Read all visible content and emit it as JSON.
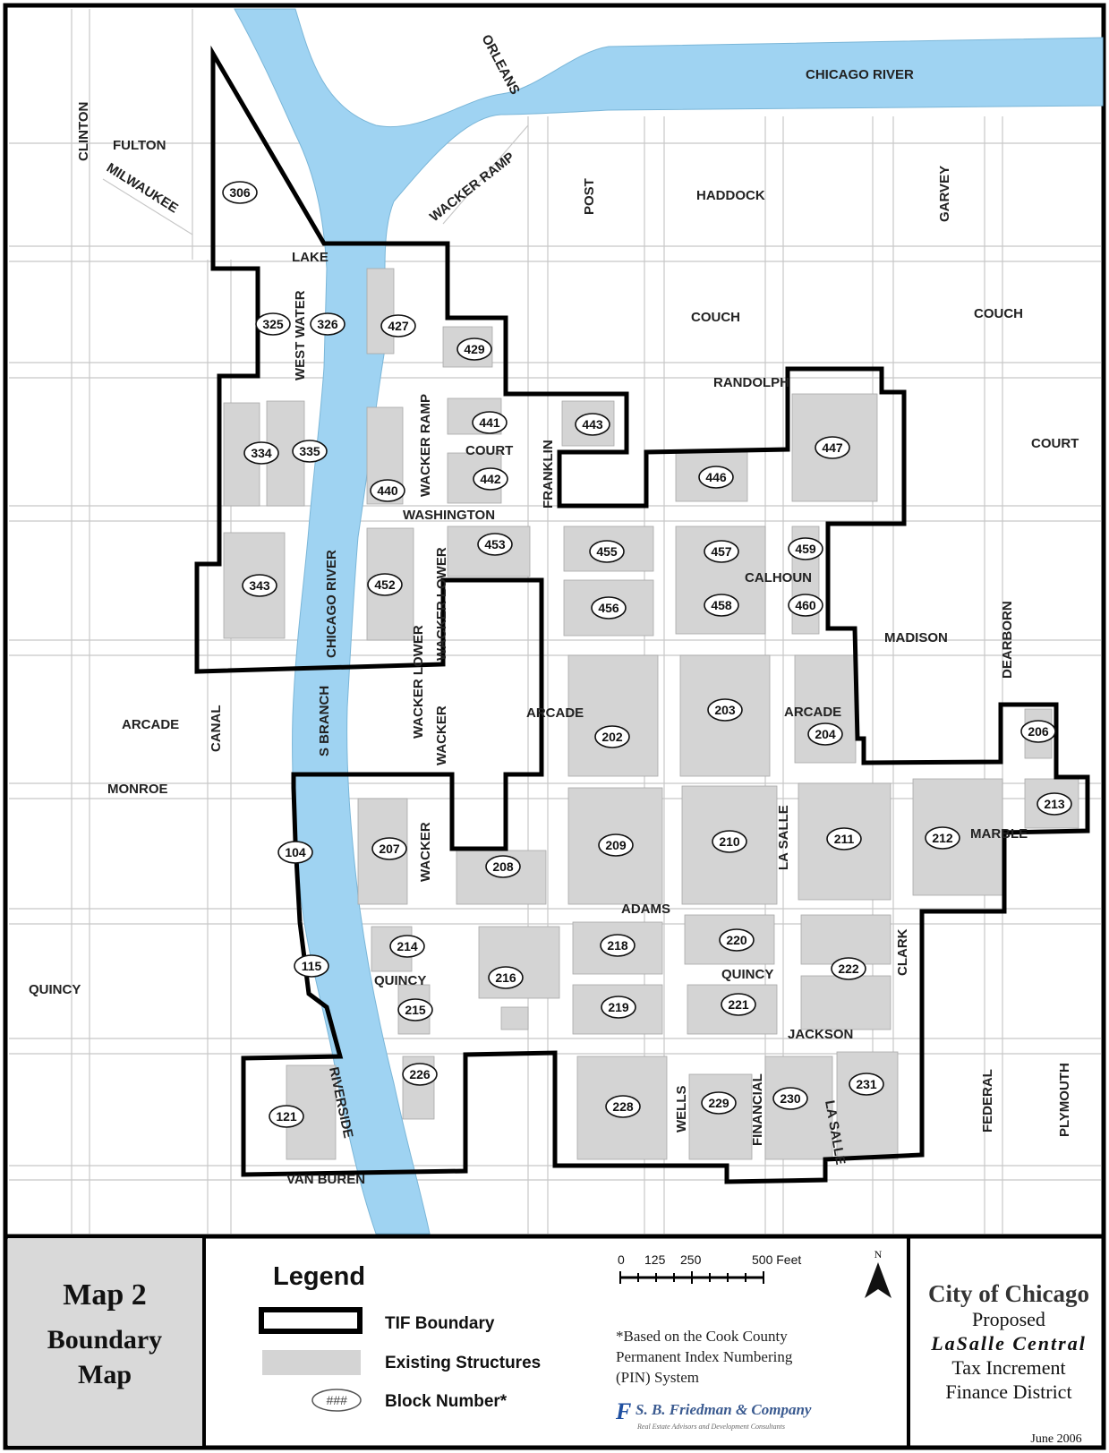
{
  "map": {
    "colors": {
      "background": "#ffffff",
      "river": "#9fd3f2",
      "structure": "#d4d4d4",
      "boundary": "#000000",
      "street_line": "#c8c8c8"
    },
    "streets": [
      {
        "id": "clinton",
        "label": "CLINTON"
      },
      {
        "id": "fulton",
        "label": "FULTON"
      },
      {
        "id": "milwaukee",
        "label": "MILWAUKEE"
      },
      {
        "id": "lake",
        "label": "LAKE"
      },
      {
        "id": "orleans",
        "label": "ORLEANS"
      },
      {
        "id": "wacker-ramp-north",
        "label": "WACKER RAMP"
      },
      {
        "id": "post",
        "label": "POST"
      },
      {
        "id": "haddock",
        "label": "HADDOCK"
      },
      {
        "id": "garvey",
        "label": "GARVEY"
      },
      {
        "id": "chicago-river",
        "label": "CHICAGO RIVER"
      },
      {
        "id": "west-water",
        "label": "WEST WATER"
      },
      {
        "id": "couch-1",
        "label": "COUCH"
      },
      {
        "id": "couch-2",
        "label": "COUCH"
      },
      {
        "id": "randolph",
        "label": "RANDOLPH"
      },
      {
        "id": "wacker-ramp",
        "label": "WACKER RAMP"
      },
      {
        "id": "court-1",
        "label": "COURT"
      },
      {
        "id": "franklin",
        "label": "FRANKLIN"
      },
      {
        "id": "court-2",
        "label": "COURT"
      },
      {
        "id": "washington",
        "label": "WASHINGTON"
      },
      {
        "id": "s-branch-1",
        "label": "CHICAGO RIVER"
      },
      {
        "id": "wacker-lower-1",
        "label": "WACKER LOWER"
      },
      {
        "id": "calhoun",
        "label": "CALHOUN"
      },
      {
        "id": "madison",
        "label": "MADISON"
      },
      {
        "id": "dearborn",
        "label": "DEARBORN"
      },
      {
        "id": "arcade-west",
        "label": "ARCADE"
      },
      {
        "id": "canal",
        "label": "CANAL"
      },
      {
        "id": "s-branch-2",
        "label": "S BRANCH"
      },
      {
        "id": "wacker-lower-2",
        "label": "WACKER LOWER"
      },
      {
        "id": "wacker-lower-3",
        "label": "WACKER"
      },
      {
        "id": "arcade-mid",
        "label": "ARCADE"
      },
      {
        "id": "arcade-east",
        "label": "ARCADE"
      },
      {
        "id": "monroe",
        "label": "MONROE"
      },
      {
        "id": "wacker",
        "label": "WACKER"
      },
      {
        "id": "la-salle-1",
        "label": "LA SALLE"
      },
      {
        "id": "marble",
        "label": "MARBLE"
      },
      {
        "id": "adams",
        "label": "ADAMS"
      },
      {
        "id": "quincy-west",
        "label": "QUINCY"
      },
      {
        "id": "quincy-mid",
        "label": "QUINCY"
      },
      {
        "id": "quincy-east",
        "label": "QUINCY"
      },
      {
        "id": "clark",
        "label": "CLARK"
      },
      {
        "id": "jackson",
        "label": "JACKSON"
      },
      {
        "id": "riverside",
        "label": "RIVERSIDE"
      },
      {
        "id": "wells",
        "label": "WELLS"
      },
      {
        "id": "financial",
        "label": "FINANCIAL"
      },
      {
        "id": "la-salle-2",
        "label": "LA SALLE"
      },
      {
        "id": "federal",
        "label": "FEDERAL"
      },
      {
        "id": "plymouth",
        "label": "PLYMOUTH"
      },
      {
        "id": "van-buren",
        "label": "VAN BUREN"
      }
    ],
    "blocks": [
      "306",
      "325",
      "326",
      "427",
      "429",
      "441",
      "443",
      "334",
      "335",
      "442",
      "446",
      "447",
      "440",
      "453",
      "455",
      "457",
      "459",
      "343",
      "452",
      "456",
      "458",
      "460",
      "203",
      "202",
      "204",
      "206",
      "213",
      "104",
      "207",
      "209",
      "210",
      "211",
      "212",
      "208",
      "218",
      "220",
      "214",
      "115",
      "216",
      "222",
      "215",
      "219",
      "221",
      "226",
      "231",
      "228",
      "229",
      "230",
      "121"
    ]
  },
  "title_panel": {
    "line1": "Map 2",
    "line2": "Boundary",
    "line3": "Map"
  },
  "legend": {
    "title": "Legend",
    "tif_boundary": "TIF Boundary",
    "existing_structures": "Existing Structures",
    "block_symbol": "###",
    "block_number": "Block Number*",
    "scale": {
      "t0": "0",
      "t1": "125",
      "t2": "250",
      "t3": "500 Feet"
    },
    "north": "N",
    "note_line1": "*Based on the Cook County",
    "note_line2": "Permanent Index Numbering",
    "note_line3": "(PIN) System",
    "firm_logo_letter": "F",
    "firm_name": "S. B. Friedman & Company",
    "firm_tagline": "Real Estate Advisors and Development Consultants"
  },
  "city_panel": {
    "line1": "City of Chicago",
    "line2": "Proposed",
    "line3": "LaSalle Central",
    "line4": "Tax Increment",
    "line5": "Finance District",
    "date": "June 2006"
  }
}
